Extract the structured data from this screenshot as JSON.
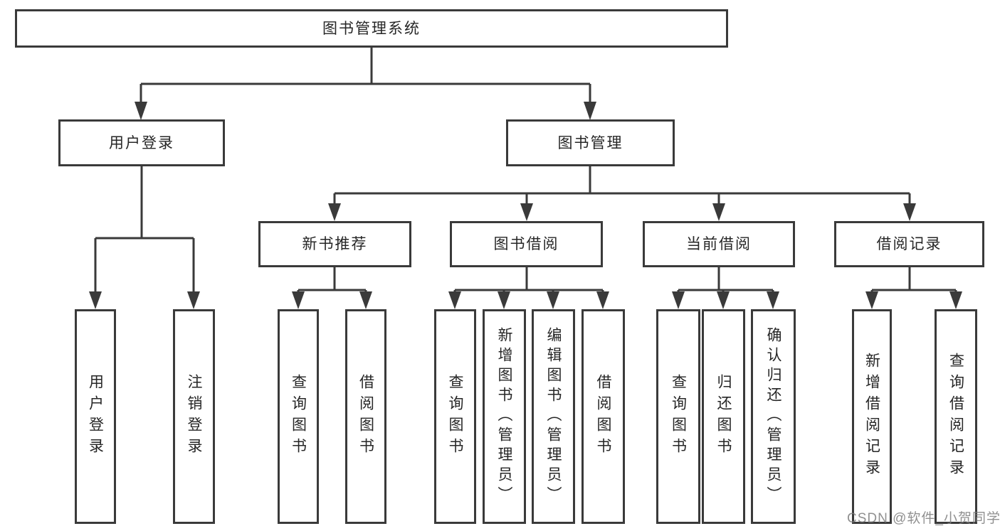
{
  "diagram": {
    "title": "图书管理系统",
    "type": "hierarchy-tree"
  },
  "nodes": {
    "root": {
      "label": "图书管理系统"
    },
    "user_login": {
      "label": "用户登录"
    },
    "book_management": {
      "label": "图书管理"
    },
    "new_book_recommendation": {
      "label": "新书推荐"
    },
    "book_borrowing": {
      "label": "图书借阅"
    },
    "current_borrowing": {
      "label": "当前借阅"
    },
    "borrowing_records": {
      "label": "借阅记录"
    },
    "leaf_user_login": {
      "label": "用户登录"
    },
    "leaf_logout": {
      "label": "注销登录"
    },
    "leaf_query_books_recommend": {
      "label": "查询图书"
    },
    "leaf_borrow_books_recommend": {
      "label": "借阅图书"
    },
    "leaf_query_books_borrowing": {
      "label": "查询图书"
    },
    "leaf_add_book_admin": {
      "label": "新增图书（管理员）"
    },
    "leaf_edit_book_admin": {
      "label": "编辑图书（管理员）"
    },
    "leaf_borrow_books_borrowing": {
      "label": "借阅图书"
    },
    "leaf_query_books_current": {
      "label": "查询图书"
    },
    "leaf_return_books": {
      "label": "归还图书"
    },
    "leaf_confirm_return_admin": {
      "label": "确认归还（管理员）"
    },
    "leaf_add_borrowing_record": {
      "label": "新增借阅记录"
    },
    "leaf_query_borrowing_record": {
      "label": "查询借阅记录"
    }
  },
  "hierarchy": [
    {
      "parent": "图书管理系统",
      "children": [
        "用户登录",
        "图书管理"
      ]
    },
    {
      "parent": "用户登录",
      "children": [
        "用户登录",
        "注销登录"
      ]
    },
    {
      "parent": "图书管理",
      "children": [
        "新书推荐",
        "图书借阅",
        "当前借阅",
        "借阅记录"
      ]
    },
    {
      "parent": "新书推荐",
      "children": [
        "查询图书",
        "借阅图书"
      ]
    },
    {
      "parent": "图书借阅",
      "children": [
        "查询图书",
        "新增图书（管理员）",
        "编辑图书（管理员）",
        "借阅图书"
      ]
    },
    {
      "parent": "当前借阅",
      "children": [
        "查询图书",
        "归还图书",
        "确认归还（管理员）"
      ]
    },
    {
      "parent": "借阅记录",
      "children": [
        "新增借阅记录",
        "查询借阅记录"
      ]
    }
  ],
  "colors": {
    "line": "#3a3a3a",
    "box_border": "#3a3a3a",
    "text": "#262626",
    "watermark_text": "#7d7d7d",
    "background": "#ffffff"
  },
  "watermark": {
    "text": "CSDN @软件_小贺同学"
  }
}
